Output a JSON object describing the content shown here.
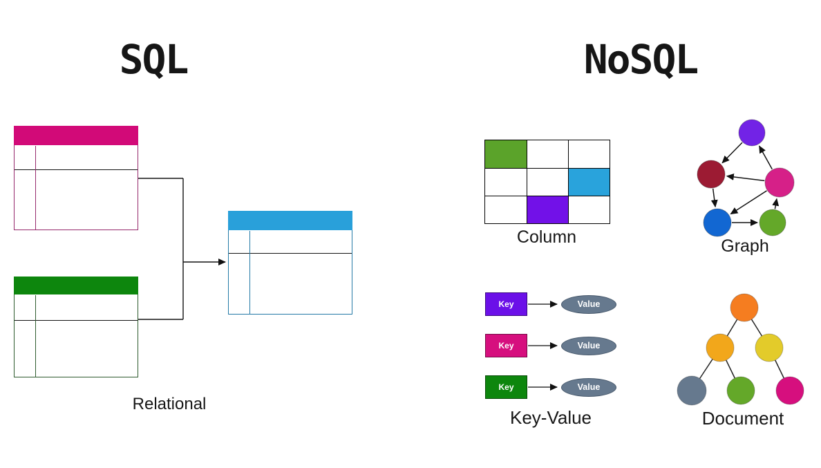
{
  "page": {
    "background": "#ffffff"
  },
  "sql": {
    "title": "SQL",
    "caption": "Relational",
    "tables": [
      {
        "id": "pink",
        "header_color": "#d20a78",
        "border_color": "#96286b"
      },
      {
        "id": "green",
        "header_color": "#0d860d",
        "border_color": "#2d5a2d"
      },
      {
        "id": "blue",
        "header_color": "#29a0da",
        "border_color": "#2379a6"
      }
    ],
    "relations": [
      {
        "from": "pink",
        "to": "blue"
      },
      {
        "from": "green",
        "to": "blue"
      }
    ],
    "line_color": "#111111"
  },
  "nosql": {
    "title": "NoSQL",
    "column": {
      "caption": "Column",
      "rows": 3,
      "cols": 3,
      "grid_line_color": "#000000",
      "cells": [
        {
          "row": 0,
          "col": 0,
          "color": "#5ba32a"
        },
        {
          "row": 1,
          "col": 2,
          "color": "#29a3dc"
        },
        {
          "row": 2,
          "col": 1,
          "color": "#7211e8"
        }
      ]
    },
    "graph": {
      "caption": "Graph",
      "nodes": [
        {
          "id": "violet",
          "color": "#7223e6"
        },
        {
          "id": "dark-red",
          "color": "#9c1b33"
        },
        {
          "id": "magenta",
          "color": "#d62088"
        },
        {
          "id": "blue",
          "color": "#1267d2"
        },
        {
          "id": "green",
          "color": "#64a829"
        }
      ],
      "edges": [
        {
          "from": "violet",
          "to": "dark-red"
        },
        {
          "from": "magenta",
          "to": "violet"
        },
        {
          "from": "magenta",
          "to": "dark-red"
        },
        {
          "from": "dark-red",
          "to": "blue"
        },
        {
          "from": "magenta",
          "to": "blue"
        },
        {
          "from": "blue",
          "to": "green"
        },
        {
          "from": "green",
          "to": "magenta"
        }
      ]
    },
    "key_value": {
      "caption": "Key-Value",
      "key_label": "Key",
      "value_label": "Value",
      "value_fill": "#66798e",
      "value_border": "#47586b",
      "pairs": [
        {
          "key_color": "#6b10e8"
        },
        {
          "key_color": "#d60f7e"
        },
        {
          "key_color": "#0d860d"
        }
      ]
    },
    "document": {
      "caption": "Document",
      "nodes": [
        {
          "id": "root",
          "color": "#f57d20"
        },
        {
          "id": "child-left",
          "color": "#f2a71b"
        },
        {
          "id": "child-right",
          "color": "#e3cb2a"
        },
        {
          "id": "leaf-gray",
          "color": "#66798e"
        },
        {
          "id": "leaf-green",
          "color": "#64a829"
        },
        {
          "id": "leaf-pink",
          "color": "#d60f7e"
        }
      ],
      "edges": [
        {
          "from": "root",
          "to": "child-left"
        },
        {
          "from": "root",
          "to": "child-right"
        },
        {
          "from": "child-left",
          "to": "leaf-gray"
        },
        {
          "from": "child-left",
          "to": "leaf-green"
        },
        {
          "from": "child-right",
          "to": "leaf-pink"
        }
      ]
    }
  }
}
